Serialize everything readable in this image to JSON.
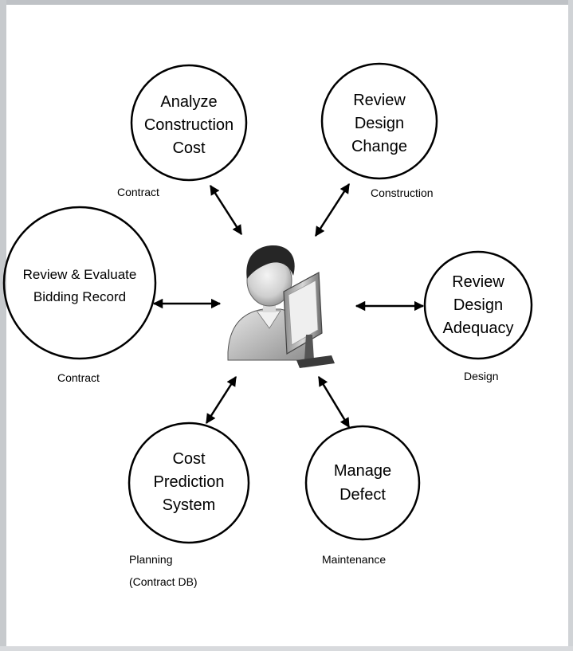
{
  "tasks": [
    {
      "id": "analyze-cost",
      "lines": [
        "Analyze",
        "Construction",
        "Cost"
      ],
      "area_label": [
        "Contract"
      ]
    },
    {
      "id": "review-design-change",
      "lines": [
        "Review",
        "Design",
        "Change"
      ],
      "area_label": [
        "Construction"
      ]
    },
    {
      "id": "review-bidding",
      "lines": [
        "Review & Evaluate",
        "Bidding Record"
      ],
      "area_label": [
        "Contract"
      ]
    },
    {
      "id": "review-design-adequacy",
      "lines": [
        "Review",
        "Design",
        "Adequacy"
      ],
      "area_label": [
        "Design"
      ]
    },
    {
      "id": "cost-prediction",
      "lines": [
        "Cost",
        "Prediction",
        "System"
      ],
      "area_label": [
        "Planning",
        "(Contract DB)"
      ]
    },
    {
      "id": "manage-defect",
      "lines": [
        "Manage",
        "Defect"
      ],
      "area_label": [
        "Maintenance"
      ]
    }
  ],
  "center": {
    "icon": "user-at-computer-icon"
  },
  "colors": {
    "stroke": "#000000",
    "background": "#ffffff",
    "frame": "#c9ccd0"
  }
}
